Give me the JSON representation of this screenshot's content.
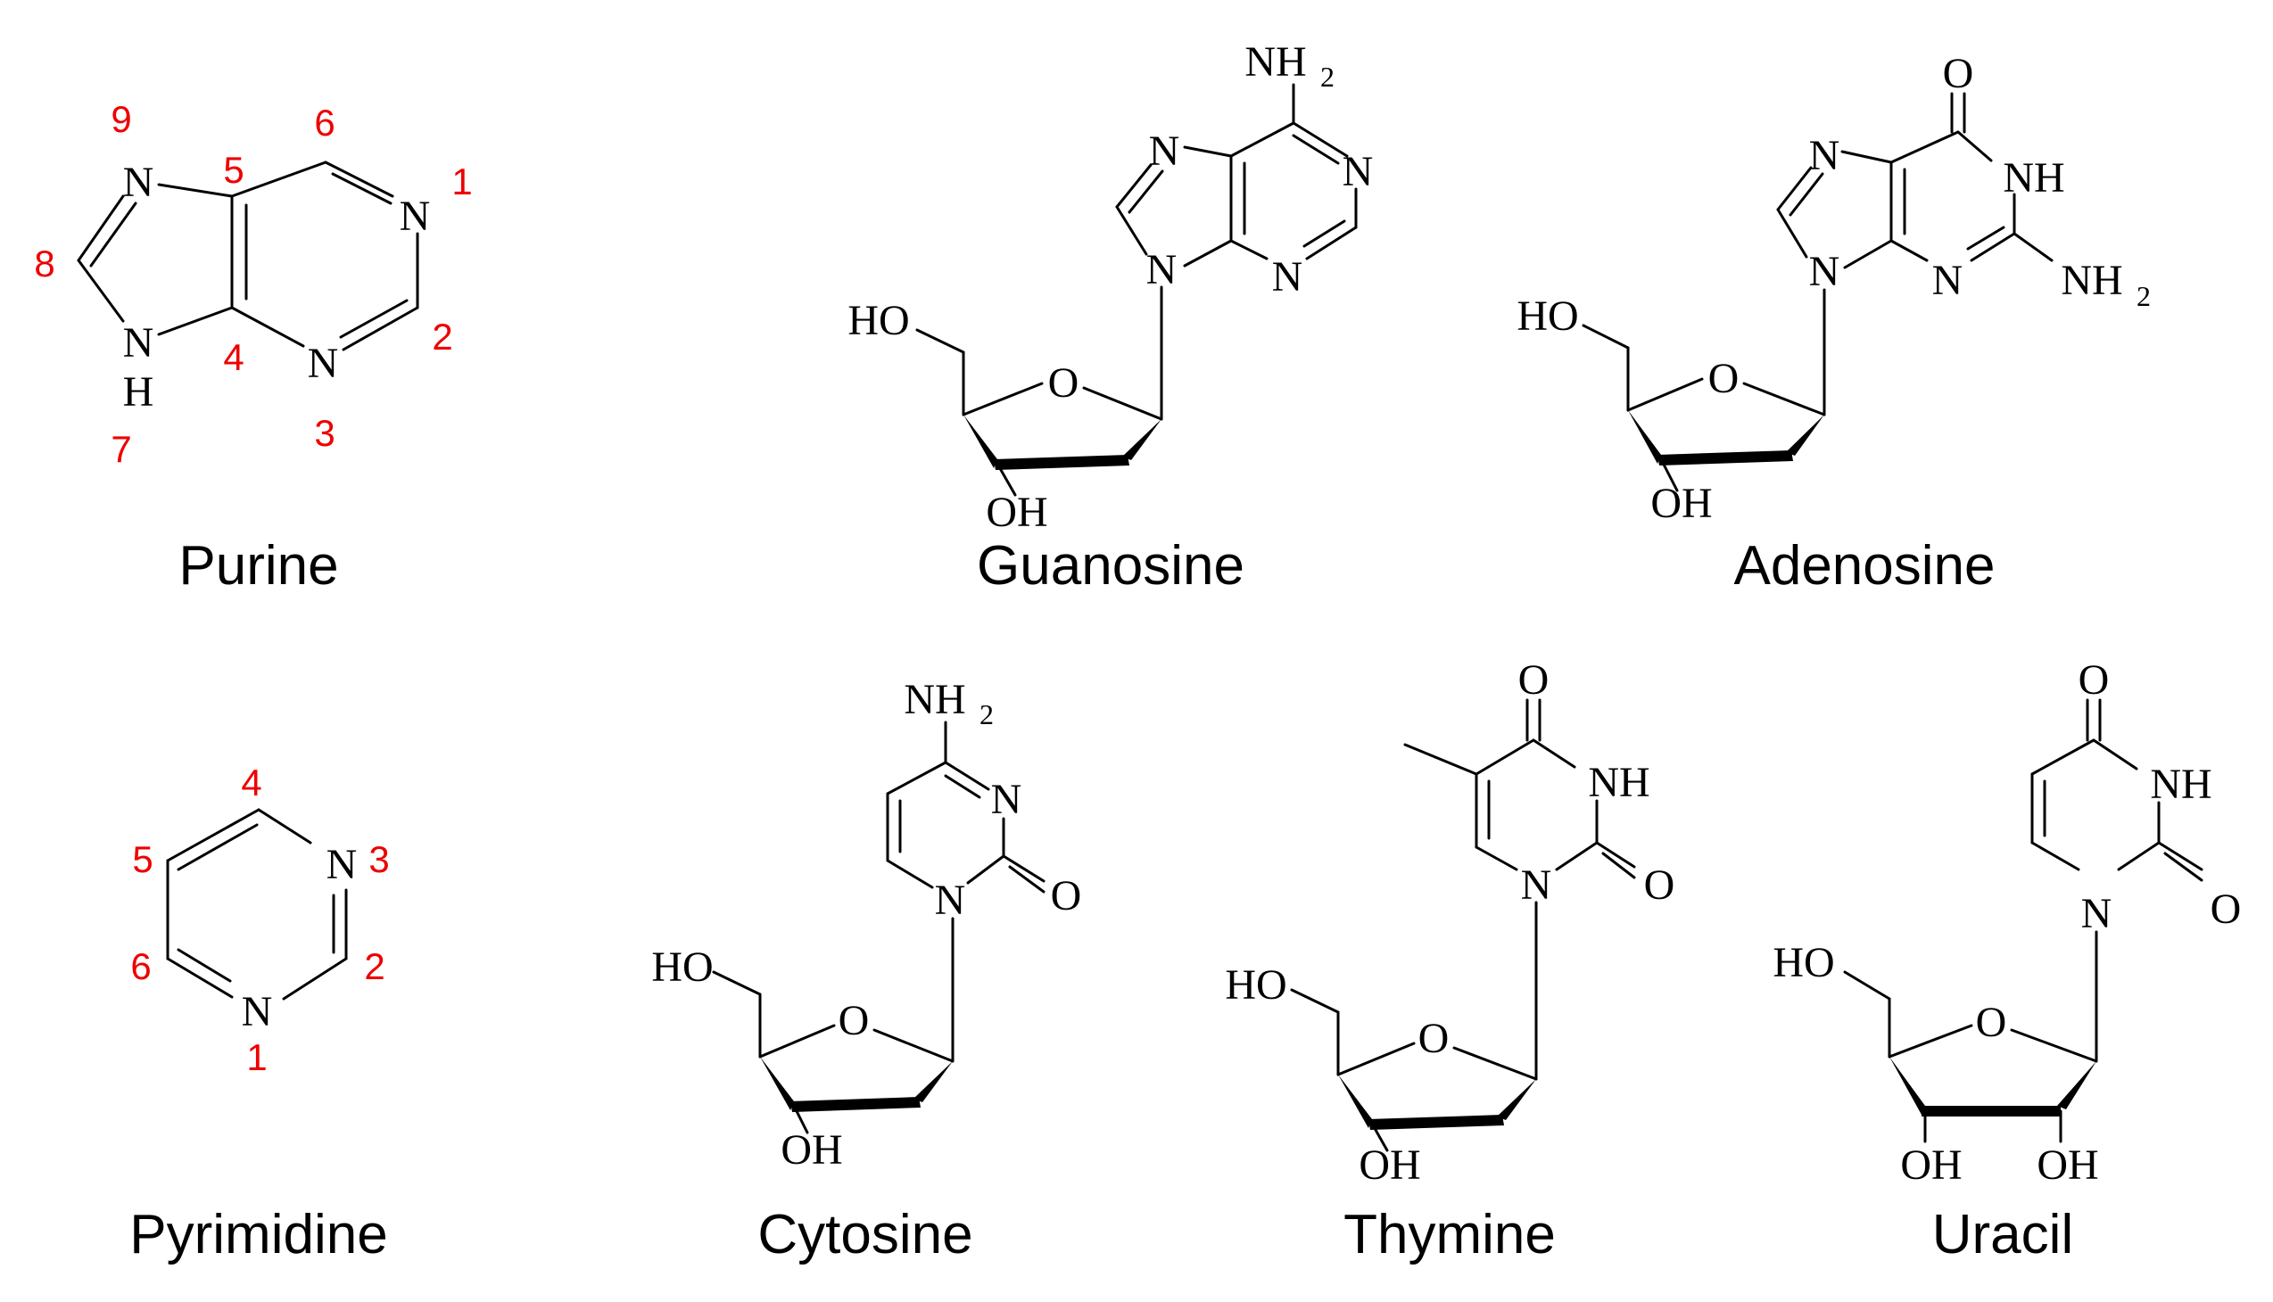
{
  "molecules": {
    "purine": {
      "name": "Purine",
      "atoms": {
        "n1": "N",
        "n3": "N",
        "n7": "N",
        "h7": "H",
        "n9": "N"
      },
      "numbers": [
        "1",
        "2",
        "3",
        "4",
        "5",
        "6",
        "7",
        "8",
        "9"
      ]
    },
    "pyrimidine": {
      "name": "Pyrimidine",
      "atoms": {
        "n1": "N",
        "n3": "N"
      },
      "numbers": [
        "1",
        "2",
        "3",
        "4",
        "5",
        "6"
      ]
    },
    "guanosine": {
      "name": "Guanosine",
      "atoms": {
        "nh": "NH",
        "sub2": "2",
        "n1": "N",
        "n3": "N",
        "n7": "N",
        "n9": "N",
        "ho": "HO",
        "o": "O",
        "oh": "OH"
      }
    },
    "adenosine": {
      "name": "Adenosine",
      "atoms": {
        "o6": "O",
        "nh1": "NH",
        "n3": "N",
        "n7": "N",
        "n9": "N",
        "nh": "NH",
        "sub2": "2",
        "ho": "HO",
        "o": "O",
        "oh": "OH"
      }
    },
    "cytosine": {
      "name": "Cytosine",
      "atoms": {
        "nh": "NH",
        "sub2": "2",
        "n3": "N",
        "n1": "N",
        "o2": "O",
        "ho": "HO",
        "o": "O",
        "oh": "OH"
      }
    },
    "thymine": {
      "name": "Thymine",
      "atoms": {
        "o4": "O",
        "nh3": "NH",
        "n1": "N",
        "o2": "O",
        "ho": "HO",
        "o": "O",
        "oh": "OH"
      }
    },
    "uracil": {
      "name": "Uracil",
      "atoms": {
        "o4": "O",
        "nh3": "NH",
        "n1": "N",
        "o2": "O",
        "ho": "HO",
        "o": "O",
        "oh3": "OH",
        "oh2": "OH"
      }
    }
  },
  "colors": {
    "ink": "#000000",
    "numbering": "#ee0000",
    "background": "#ffffff"
  }
}
